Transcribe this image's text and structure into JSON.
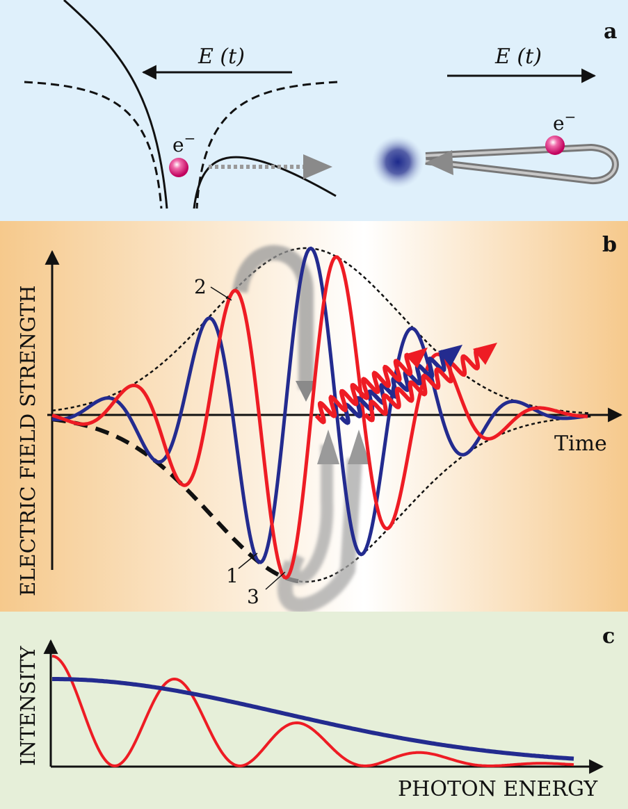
{
  "panel_a": {
    "label": "a",
    "field_label_left": "E (t)",
    "field_label_right": "E (t)",
    "electron_left": "e",
    "electron_right": "e",
    "charge_sign": "−",
    "colors": {
      "background": "#dff0fb",
      "electron": "#e0157a",
      "ion": "#1d2a8c",
      "arrow": "#8a8a8a"
    }
  },
  "panel_b": {
    "label": "b",
    "y_axis_label": "ELECTRIC FIELD STRENGTH",
    "x_axis_label": "Time",
    "markers": [
      "1",
      "2",
      "3"
    ],
    "colors": {
      "background_edge": "#f5c98a",
      "background_center": "#ffffff",
      "blue": "#232b8f",
      "red": "#ee1c24"
    }
  },
  "panel_c": {
    "label": "c",
    "y_axis_label": "INTENSITY",
    "x_axis_label": "PHOTON ENERGY",
    "colors": {
      "background": "#e6efd9",
      "blue": "#232b8f",
      "red": "#ee1c24"
    }
  }
}
